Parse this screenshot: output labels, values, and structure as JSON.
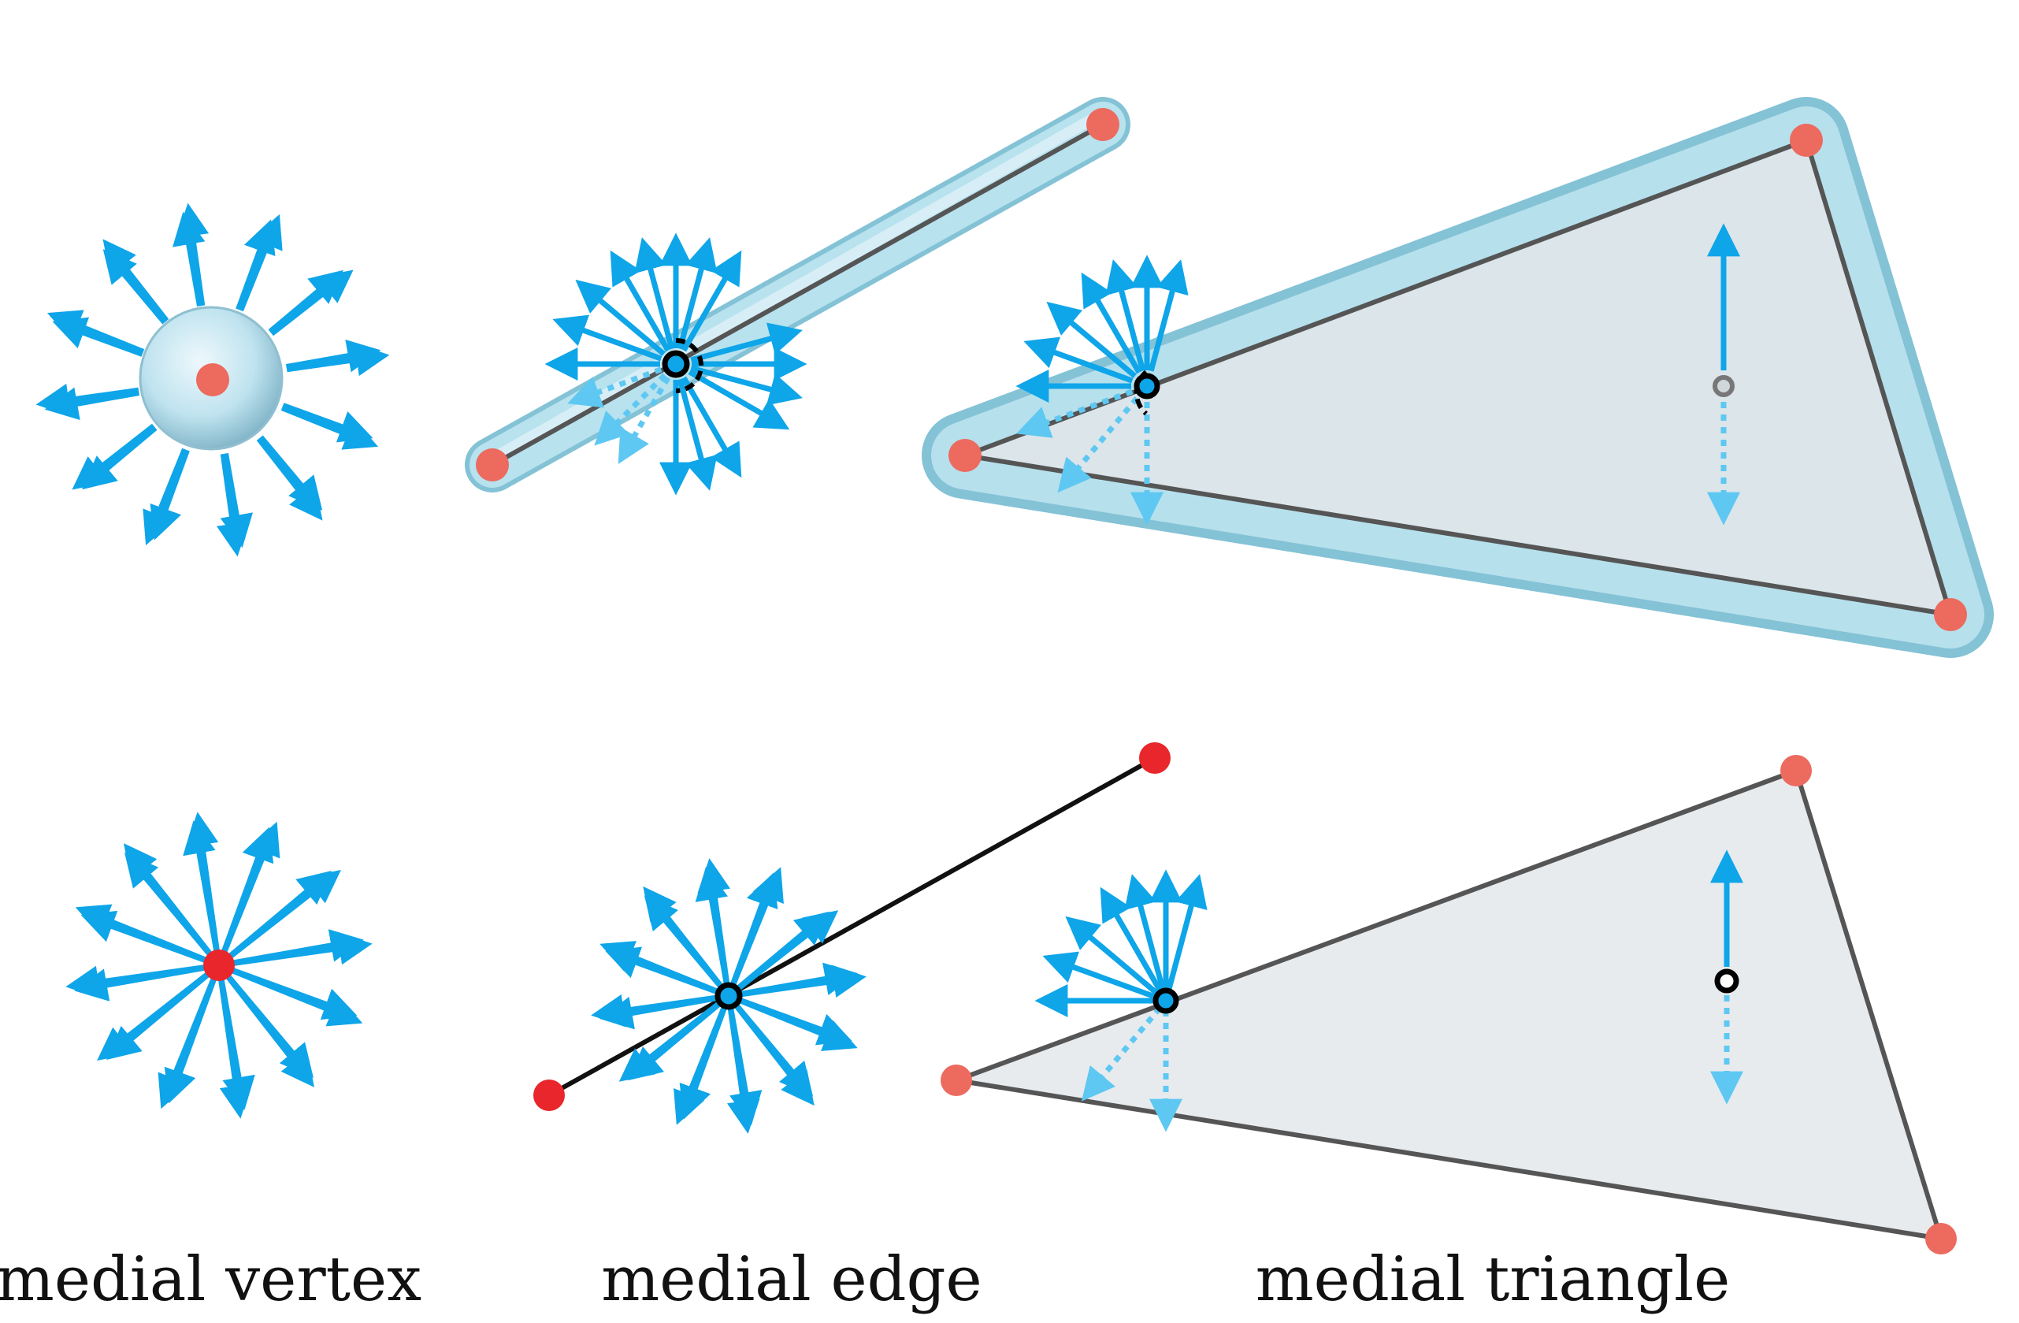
{
  "captions": {
    "vertex": "medial vertex",
    "edge": "medial edge",
    "triangle": "medial triangle"
  },
  "colors": {
    "arrow": "#0ea5e9",
    "arrow_light": "#5ec8f2",
    "vertex_dot": "#e8262b",
    "vertex_dot_soft": "#ec6a5e",
    "edge_line": "#555555",
    "tube_fill": "#aadcea",
    "tube_edge": "#84c2d6",
    "triangle_fill": "#e7ebee",
    "point_ring": "#000000"
  },
  "icons": {
    "arrow": "arrow-icon",
    "dashed_arrow": "dashed-arrow-icon",
    "vertex": "vertex-dot-icon",
    "projection_point": "ring-point-icon"
  }
}
